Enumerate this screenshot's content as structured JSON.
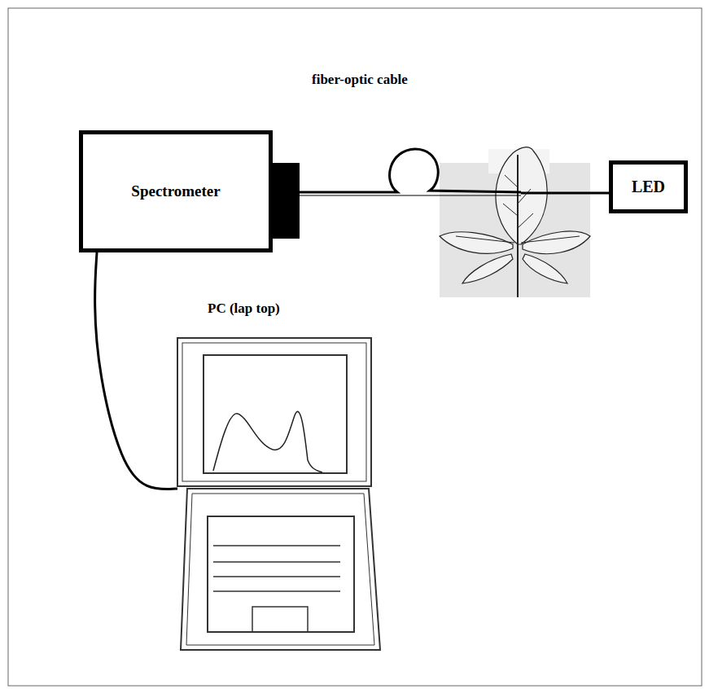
{
  "diagram": {
    "nodes": [
      {
        "text": [
          "Spectrometer"
        ]
      },
      {
        "text": [
          "LED"
        ]
      },
      {
        "text": [
          "PC (lap top)"
        ]
      }
    ],
    "edges": [
      {
        "from": 0,
        "to": 2,
        "arrow": "none"
      }
    ],
    "labels": [
      "fiber-optic cable"
    ]
  }
}
